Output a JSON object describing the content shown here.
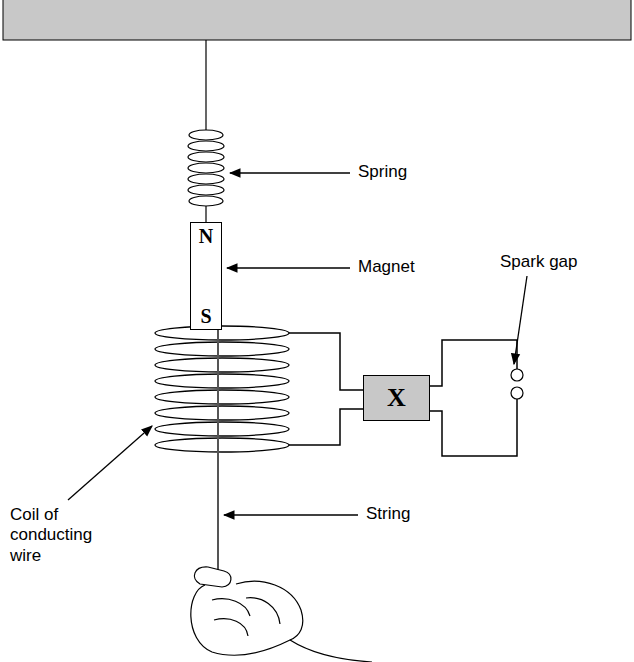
{
  "diagram": {
    "nodes": [
      {
        "text": [
          "N",
          "S"
        ]
      },
      {
        "text": [
          "X"
        ]
      }
    ],
    "labels": [
      "Spring",
      "Magnet",
      "Spark gap",
      "Coil of conducting wire",
      "String"
    ]
  }
}
